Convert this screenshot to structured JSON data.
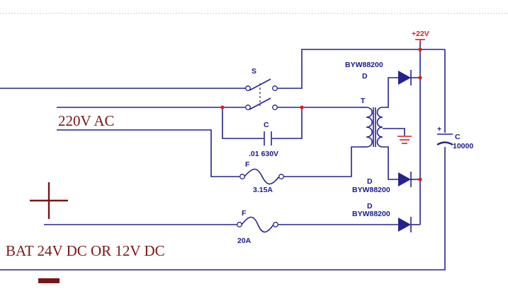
{
  "power": {
    "label": "+22V"
  },
  "switch": {
    "label": "S"
  },
  "transformer": {
    "label": "T"
  },
  "capacitor_small": {
    "label": "C",
    "value": ".01 630V"
  },
  "capacitor_big": {
    "label": "C",
    "value": "10000"
  },
  "fuse_main": {
    "label": "F",
    "rating": "3.15A"
  },
  "fuse_battery": {
    "label": "F",
    "rating": "20A"
  },
  "diodes": [
    {
      "label": "D",
      "part": "BYW88200"
    },
    {
      "label": "D",
      "part": "BYW88200"
    },
    {
      "label": "D",
      "part": "BYW88200"
    }
  ],
  "ac_label": "220V AC",
  "battery_label": "BAT 24V DC OR 12V DC",
  "colors": {
    "wire": "#23238f",
    "accent": "#d42020",
    "label": "#7a1616"
  }
}
